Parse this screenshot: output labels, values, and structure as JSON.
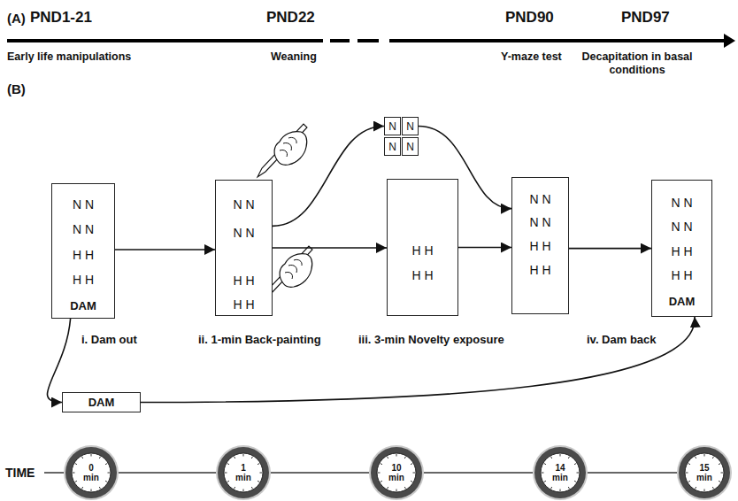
{
  "diagram": {
    "nodes": [
      {
        "text": [
          "N N",
          "N N",
          "H H",
          "H H",
          "DAM"
        ]
      },
      {
        "text": [
          "N N",
          "N N",
          "H H",
          "H H"
        ]
      },
      {
        "text": [
          "N"
        ]
      },
      {
        "text": [
          "N"
        ]
      },
      {
        "text": [
          "N"
        ]
      },
      {
        "text": [
          "N"
        ]
      },
      {
        "text": [
          "H H",
          "H H"
        ]
      },
      {
        "text": [
          "N N",
          "N N",
          "H H",
          "H H"
        ]
      },
      {
        "text": [
          "N N",
          "N N",
          "H H",
          "H H",
          "DAM"
        ]
      },
      {
        "text": [
          "DAM"
        ]
      },
      {
        "text": [
          "0 min"
        ]
      },
      {
        "text": [
          "1 min"
        ]
      },
      {
        "text": [
          "10 min"
        ]
      },
      {
        "text": [
          "14 min"
        ]
      },
      {
        "text": [
          "15 min"
        ]
      }
    ],
    "edges": [
      {
        "from": 0,
        "to": 1,
        "arrow": "to"
      },
      {
        "from": 1,
        "to": 2,
        "arrow": "to"
      },
      {
        "from": 1,
        "to": 6,
        "arrow": "to"
      },
      {
        "from": 3,
        "to": 7,
        "arrow": "to"
      },
      {
        "from": 6,
        "to": 7,
        "arrow": "to"
      },
      {
        "from": 7,
        "to": 8,
        "arrow": "to"
      },
      {
        "from": 0,
        "to": 9,
        "arrow": "to"
      },
      {
        "from": 9,
        "to": 8,
        "arrow": "to"
      },
      {
        "from": 10,
        "to": 11,
        "arrow": "none"
      },
      {
        "from": 11,
        "to": 12,
        "arrow": "none"
      },
      {
        "from": 12,
        "to": 13,
        "arrow": "none"
      },
      {
        "from": 13,
        "to": 14,
        "arrow": "none"
      }
    ],
    "labels": [
      "(A)",
      "PND1-21",
      "PND22",
      "PND90",
      "PND97",
      "Early life manipulations",
      "Weaning",
      "Y-maze test",
      "Decapitation in basal conditions",
      "(B)",
      "i. Dam out",
      "ii. 1-min Back-painting",
      "iii. 3-min Novelty exposure",
      "iv. Dam back",
      "TIME"
    ]
  }
}
